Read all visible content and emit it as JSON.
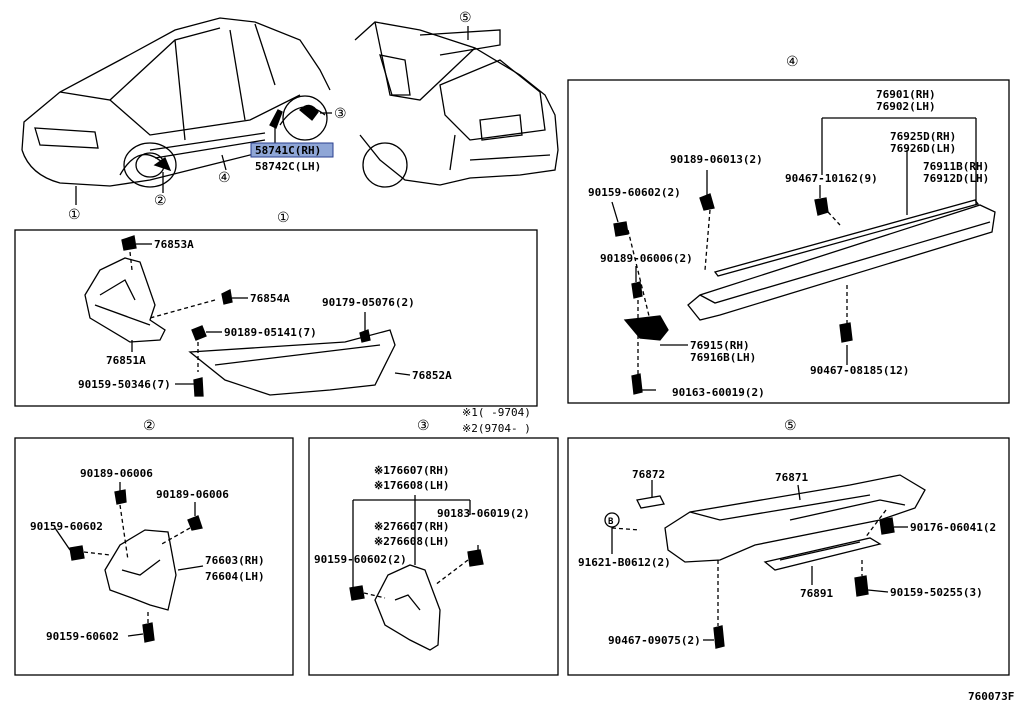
{
  "top_labels": {
    "c1": "①",
    "c2": "②",
    "c3": "③",
    "c4": "④",
    "c5": "⑤",
    "part_rh": "58741C(RH)",
    "part_lh": "58742C(LH)"
  },
  "box1": {
    "circle": "①",
    "labels": [
      "76853A",
      "76854A",
      "90179-05076(2)",
      "90189-05141(7)",
      "76851A",
      "76852A",
      "90159-50346(7)"
    ]
  },
  "box2": {
    "circle": "②",
    "labels": [
      "90189-06006",
      "90189-06006",
      "90159-60602",
      "76603(RH)",
      "76604(LH)",
      "90159-60602"
    ]
  },
  "box3": {
    "circle": "③",
    "notes": [
      "※1(  -9704)",
      "※2(9704-  )"
    ],
    "labels": [
      "※176607(RH)",
      "※176608(LH)",
      "90183-06019(2)",
      "※276607(RH)",
      "※276608(LH)",
      "90159-60602(2)"
    ]
  },
  "box4": {
    "circle": "④",
    "labels": [
      "76901(RH)",
      "76902(LH)",
      "76925D(RH)",
      "76926D(LH)",
      "90189-06013(2)",
      "90467-10162(9)",
      "76911B(RH)",
      "76912D(LH)",
      "90159-60602(2)",
      "90189-06006(2)",
      "76915(RH)",
      "76916B(LH)",
      "90467-08185(12)",
      "90163-60019(2)"
    ]
  },
  "box5": {
    "circle": "⑤",
    "labels": [
      "76872",
      "76871",
      "90176-06041(2",
      "91621-B0612(2)",
      "76891",
      "90159-50255(3)",
      "90467-09075(2)"
    ],
    "b_marker": "B"
  },
  "footer_code": "760073F"
}
